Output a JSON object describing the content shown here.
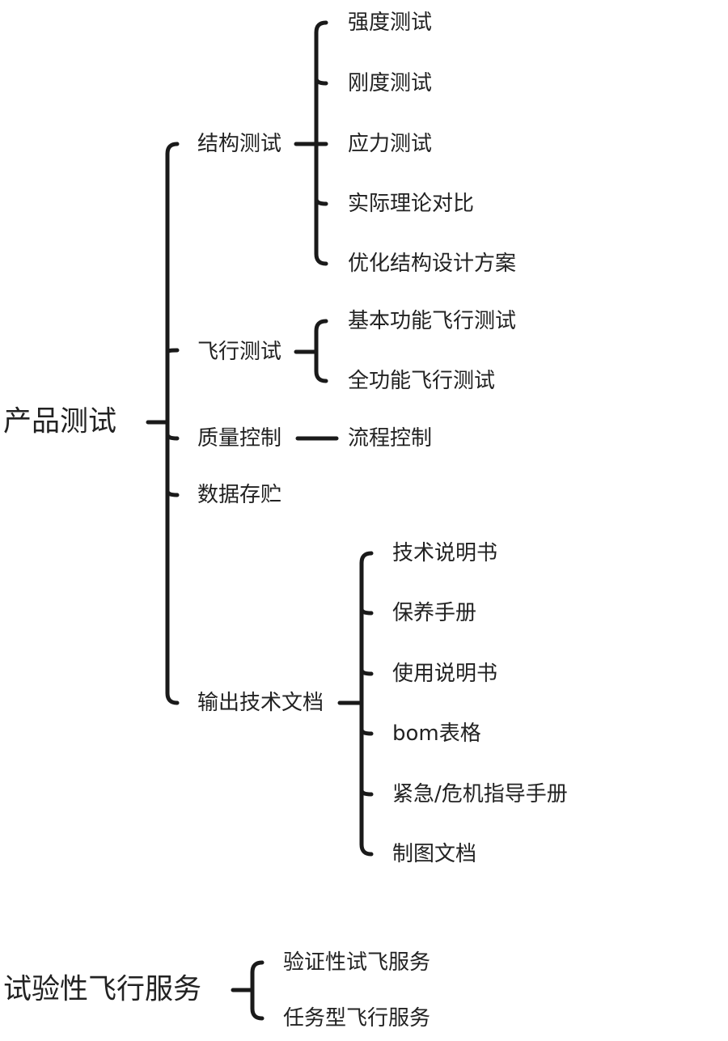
{
  "tree1": {
    "root": "产品测试",
    "branches": {
      "structure": {
        "label": "结构测试",
        "children": [
          "强度测试",
          "刚度测试",
          "应力测试",
          "实际理论对比",
          "优化结构设计方案"
        ]
      },
      "flight": {
        "label": "飞行测试",
        "children": [
          "基本功能飞行测试",
          "全功能飞行测试"
        ]
      },
      "quality": {
        "label": "质量控制",
        "children": [
          "流程控制"
        ]
      },
      "data": {
        "label": "数据存贮",
        "children": []
      },
      "docs": {
        "label": "输出技术文档",
        "children": [
          "技术说明书",
          "保养手册",
          "使用说明书",
          "bom表格",
          "紧急/危机指导手册",
          "制图文档"
        ]
      }
    }
  },
  "tree2": {
    "root": "试验性飞行服务",
    "children": [
      "验证性试飞服务",
      "任务型飞行服务"
    ]
  }
}
